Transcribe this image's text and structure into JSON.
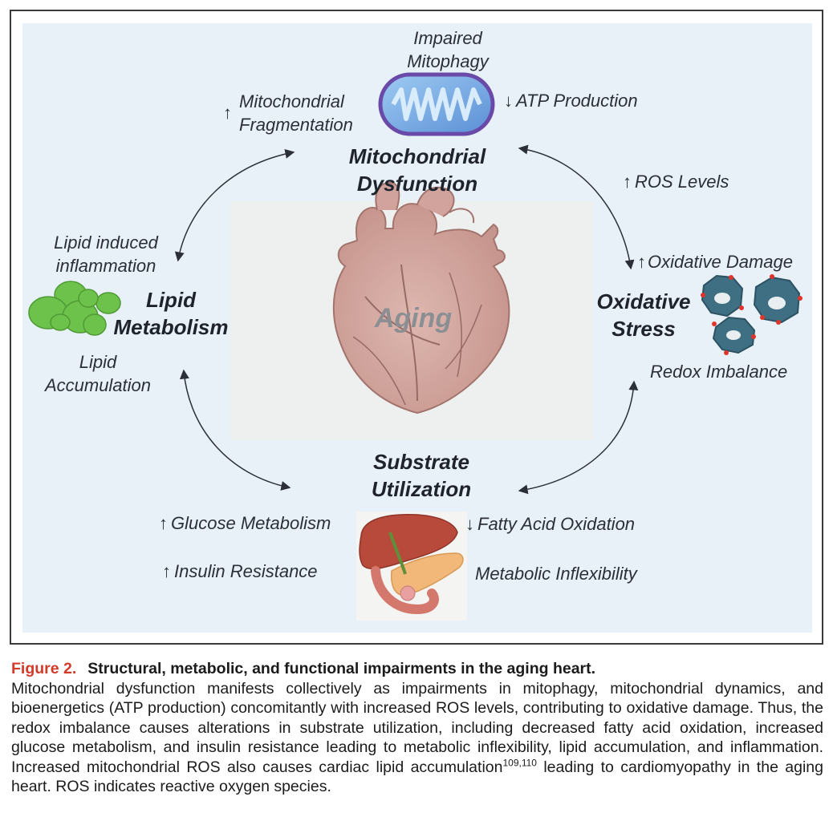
{
  "center": {
    "label": "Aging"
  },
  "nodes": {
    "mitochondrial": {
      "line1": "Mitochondrial",
      "line2": "Dysfunction"
    },
    "lipid": {
      "line1": "Lipid",
      "line2": "Metabolism"
    },
    "oxidative": {
      "line1": "Oxidative",
      "line2": "Stress"
    },
    "substrate": {
      "line1": "Substrate",
      "line2": "Utilization"
    }
  },
  "annotations": {
    "impaired_mitophagy": {
      "line1": "Impaired",
      "line2": "Mitophagy"
    },
    "mito_fragmentation": {
      "arrow": "↑",
      "line1": "Mitochondrial",
      "line2": "Fragmentation"
    },
    "atp_production": {
      "arrow": "↓",
      "text": "ATP Production"
    },
    "ros_levels": {
      "arrow": "↑",
      "text": "ROS Levels"
    },
    "oxidative_damage": {
      "arrow": "↑",
      "text": "Oxidative Damage"
    },
    "redox_imbalance": {
      "text": "Redox Imbalance"
    },
    "lipid_inflammation": {
      "line1": "Lipid induced",
      "line2": "inflammation"
    },
    "lipid_accumulation": {
      "line1": "Lipid",
      "line2": "Accumulation"
    },
    "glucose_metabolism": {
      "arrow": "↑",
      "text": "Glucose Metabolism"
    },
    "insulin_resistance": {
      "arrow": "↑",
      "text": "Insulin Resistance"
    },
    "fatty_acid_oxidation": {
      "arrow": "↓",
      "text": "Fatty Acid Oxidation"
    },
    "metabolic_inflexibility": {
      "text": "Metabolic Inflexibility"
    }
  },
  "icons": [
    "mitochondrion-icon",
    "heart-illustration",
    "lipid-droplets-icon",
    "damaged-cells-icon",
    "liver-pancreas-illustration"
  ],
  "colors": {
    "panel": "#e8f1f7",
    "figure_label": "#d23a2a",
    "lipid_green": "#6cc24a",
    "mito_blue": "#7fb6ea",
    "cell_teal": "#3f6f83",
    "heart_red": "#b9534a"
  },
  "caption": {
    "label": "Figure 2.",
    "title": "Structural, metabolic, and functional impairments in the aging heart.",
    "body_part1": "Mitochondrial dysfunction manifests collectively as impairments in mitophagy, mitochondrial dynamics, and bioenergetics (ATP production) concomitantly with increased ROS levels, contributing to oxidative damage. Thus, the redox imbalance causes alterations in substrate utilization, including decreased fatty acid oxidation, increased glucose metabolism, and insulin resistance leading to metabolic inflexibility, lipid accumulation, and inflammation. Increased mitochondrial ROS also causes cardiac lipid accumulation",
    "citation": "109,110",
    "body_part2": " leading to cardiomyopathy in the aging heart. ROS indicates reactive oxygen species."
  }
}
